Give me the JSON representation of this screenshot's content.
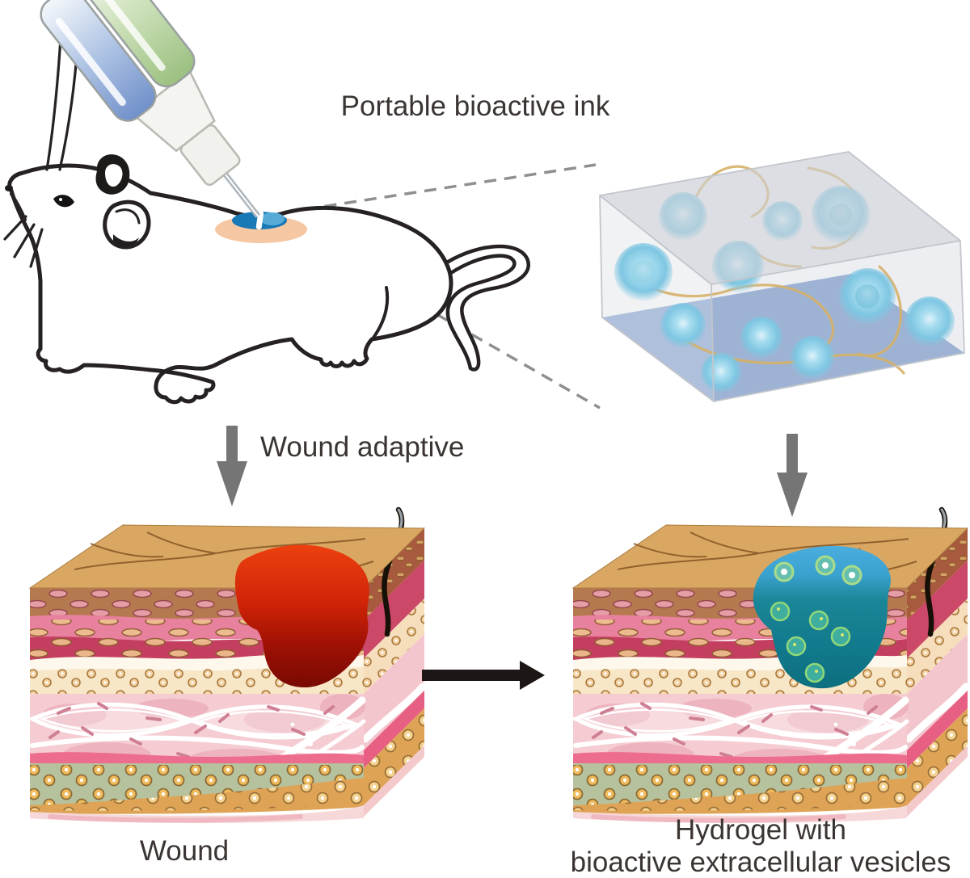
{
  "labels": {
    "portable_ink": "Portable bioactive ink",
    "wound_adaptive": "Wound adaptive",
    "wound": "Wound",
    "hydrogel_line1": "Hydrogel with",
    "hydrogel_line2": "bioactive extracellular vesicles"
  },
  "colors": {
    "ink_vesicle_blue": "#7EC6E2",
    "cube_floor_blue": "#6B8DC1",
    "polymer_strand_tan": "#D7B168",
    "wound_red": "#D12408",
    "wound_red_deep": "#780A03",
    "hydrogel_teal": "#117A8C",
    "hydrogel_blue_top": "#4AADDE",
    "vesicle_green": "#8FD080",
    "skin_surface_tan": "#DAA763",
    "dermis_pink": "#F5CCD2",
    "fat_cell_yellow": "#EEBB5C",
    "arrow_gray": "#757575",
    "arrow_black": "#1C1714",
    "label_text": "#3A3532"
  }
}
